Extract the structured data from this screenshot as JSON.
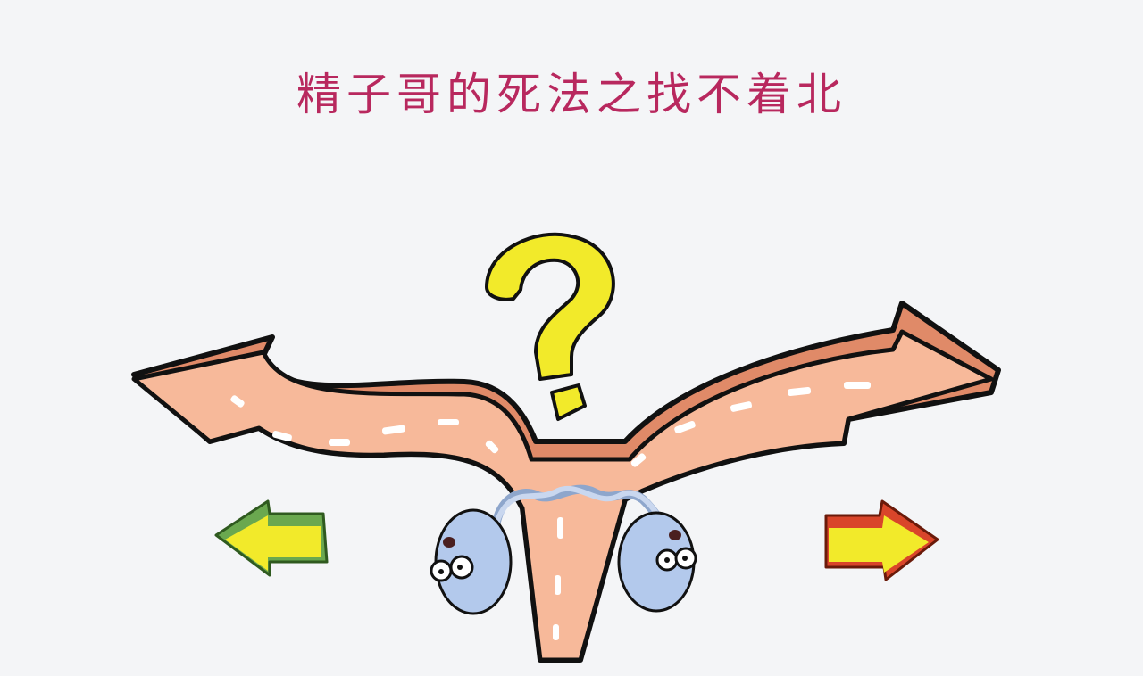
{
  "title": "精子哥的死法之找不着北",
  "colors": {
    "background": "#f4f5f7",
    "title": "#b8285e",
    "road_top": "#f7b99a",
    "road_side": "#e08a68",
    "road_outline": "#111111",
    "lane_marks": "#ffffff",
    "question_mark": "#f2ea2a",
    "sperm_body": "#b3c9ec",
    "left_arrow_outer": "#6aa84f",
    "left_arrow_inner": "#f2ea2a",
    "right_arrow_outer": "#d9452a",
    "right_arrow_inner": "#f2ea2a"
  },
  "illustration": {
    "road": "Y-shaped forked road splitting left and right",
    "question_mark": "?",
    "characters": [
      "sperm-left",
      "sperm-right"
    ],
    "direction_arrows": [
      "left (green/yellow)",
      "right (red/yellow)"
    ]
  }
}
